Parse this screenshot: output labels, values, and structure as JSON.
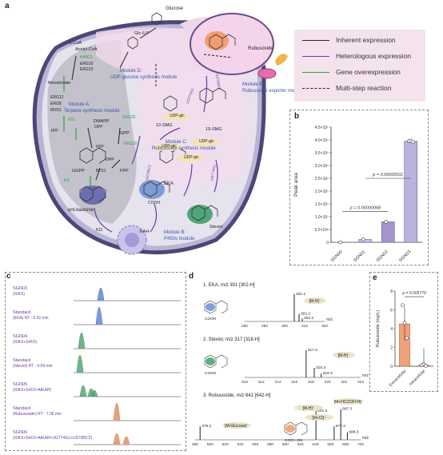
{
  "panel_a": {
    "letter": "a",
    "legend": [
      {
        "label": "Inherent expression",
        "color": "#222222",
        "style": "solid"
      },
      {
        "label": "Heterologous expression",
        "color": "#6a3aa3",
        "style": "solid"
      },
      {
        "label": "Gene overexpression",
        "color": "#2aa63a",
        "style": "solid"
      },
      {
        "label": "Multi-step reaction",
        "color": "#222222",
        "style": "dashed"
      }
    ],
    "labels": {
      "glucose": "Glucose",
      "glc6p": "Glc-6-P",
      "acetyl_scoa": "S-CoA",
      "acetyl_coa": "Acetyl-CoA",
      "mevalonate": "Mevalonate",
      "ipp": "IPP",
      "dmapp": "DMAPP",
      "opp": "OPP",
      "ggpp": "GGPP",
      "fpp": "FPP",
      "gpp": "GPP",
      "opp2": "OPP",
      "ent_kaurene": "ent-kaurene",
      "eka": "EKA",
      "steviol": "Steviol",
      "smg13": "13-SMG",
      "smg19": "19-SMG",
      "rubusoside": "Rubusoside",
      "udp_glc_1": "UDP-glc",
      "udp_glc_2": "UDP-glc",
      "udp_glc_3": "UDP-glc",
      "udp_glc_4": "UDP-glc",
      "cooh": "COOH",
      "ko": "KO",
      "kah": "KAH",
      "ks": "KS",
      "bts1": "BTS1",
      "ugt74g1": "UGT74G1",
      "ugt85c2_a": "UGT85C2",
      "ugt85c2_b": "UGT85C2",
      "ugt74g1_b": "UGT74G1",
      "erg12": "ERG12",
      "erg8": "ERG8",
      "mvd1": "MVD1",
      "idi1": "IDI1",
      "erg20": "ERG20",
      "erg20_b": "ERG20",
      "hmg1": "tHMG1",
      "erg10": "ERG10",
      "erg13": "ERG13",
      "fpp_erg": "FPP",
      "module_a": "Module A:",
      "module_a2": "Terpene synthesis module",
      "module_b": "Module B:",
      "module_b2": "P450s module",
      "module_c": "Module C:",
      "module_c2": "Rubusoside synthesis module",
      "module_d": "Module D:",
      "module_d2": "UDP-glucose synthesis module",
      "module_e": "Module E:",
      "module_e2": "Rubusoside exporter module"
    }
  },
  "panel_b": {
    "letter": "b",
    "chart_data": {
      "type": "bar",
      "categories": [
        "SGN00",
        "SGN01",
        "SGN02",
        "SGN03"
      ],
      "values": [
        0,
        1100000,
        8000000,
        39500000
      ],
      "points": [
        [
          0
        ],
        [
          1100000
        ],
        [
          8000000
        ],
        [
          39500000,
          39700000,
          39300000
        ]
      ],
      "ylabel": "Peak area",
      "ylim": [
        0,
        45000000
      ],
      "yticks": [
        "0",
        "5.0×10⁶",
        "1.0×10⁷",
        "1.5×10⁷",
        "2.0×10⁷",
        "2.5×10⁷",
        "3.0×10⁷",
        "3.5×10⁷",
        "4.0×10⁷",
        "4.5×10⁷"
      ],
      "ytick_values": [
        0,
        5000000,
        10000000,
        15000000,
        20000000,
        25000000,
        30000000,
        35000000,
        40000000,
        45000000
      ],
      "annotations": [
        "p = 0.00000011",
        "p = 0.00000068"
      ],
      "colors": [
        "#f3eefa",
        "#cbbfe3",
        "#a595cf",
        "#b9b4de"
      ]
    }
  },
  "panel_c": {
    "letter": "c",
    "traces": [
      {
        "name": "SGN03",
        "sub": "(GlKS)",
        "color": "#7a4aa8"
      },
      {
        "name": "Standard",
        "sub": "(EKA)   RT : 5.02 min",
        "color": "#7a4aa8"
      },
      {
        "name": "SGN04",
        "sub": "(GlKS+SrKO)",
        "color": "#7a4aa8"
      },
      {
        "name": "Standard",
        "sub": "(Steviol) RT : 4.09 min",
        "color": "#7a4aa8"
      },
      {
        "name": "SGN05",
        "sub": "(GlKS+SrKO+AtKAH)",
        "color": "#7a4aa8"
      },
      {
        "name": "Standard",
        "sub": "(Rubusoside) RT : 7.36 min",
        "color": "#7a4aa8"
      },
      {
        "name": "SGN06",
        "sub": "(GlKS+SrKO+AtKAH+UGT74G1+UGT85C2)",
        "color": "#7a4aa8"
      }
    ]
  },
  "panel_d": {
    "letter": "d",
    "spectra": [
      {
        "title": "1. EKA, m/z 301 [302-H]",
        "xticks": [
          "280",
          "290",
          "300",
          "310",
          "320"
        ],
        "xlabel": "m/z",
        "peaks": [
          "301.2",
          "302.2",
          "303.3"
        ],
        "ion": "[M-H]⁻",
        "group": "COOH"
      },
      {
        "title": "2. Steviol, m/z 317 [318-H]",
        "xticks": [
          "310",
          "312",
          "314",
          "316",
          "318",
          "320",
          "322",
          "324"
        ],
        "xlabel": "m/z",
        "peaks": [
          "317.3",
          "318.3",
          "319.3"
        ],
        "ion": "[M-H]⁻",
        "group": "COOH"
      },
      {
        "title": "3. Rubusoside, m/z 641 [642-H]",
        "xticks": [
          "480",
          "500",
          "520",
          "540",
          "560",
          "580",
          "600",
          "620",
          "640",
          "660",
          "680",
          "700"
        ],
        "xlabel": "m/z",
        "peaks": [
          "479.2",
          "641.3",
          "677.2",
          "687.3",
          "688.3"
        ],
        "ions": [
          "[M-Glucose]⁻",
          "[M-H]⁻",
          "[M+Cl]⁻",
          "[M+HCOOH-H]⁻"
        ],
        "group": "COO—Glc"
      }
    ]
  },
  "panel_e": {
    "letter": "e",
    "chart_data": {
      "type": "bar",
      "categories": [
        "Extracellular",
        "Intracellular"
      ],
      "values": [
        4.5,
        0.12
      ],
      "points": [
        [
          6.5,
          4.6,
          3.0
        ],
        [
          0.1,
          0.2,
          0.05
        ]
      ],
      "ylabel": "Rubusoside (mg/L)",
      "ylim": [
        0,
        8
      ],
      "yticks": [
        "0",
        "2",
        "4",
        "6",
        "8"
      ],
      "ytick_values": [
        0,
        2,
        4,
        6,
        8
      ],
      "annotations": [
        "p = 0.005779"
      ],
      "colors": [
        "#f0a07a",
        "#f7c8b0"
      ]
    }
  }
}
